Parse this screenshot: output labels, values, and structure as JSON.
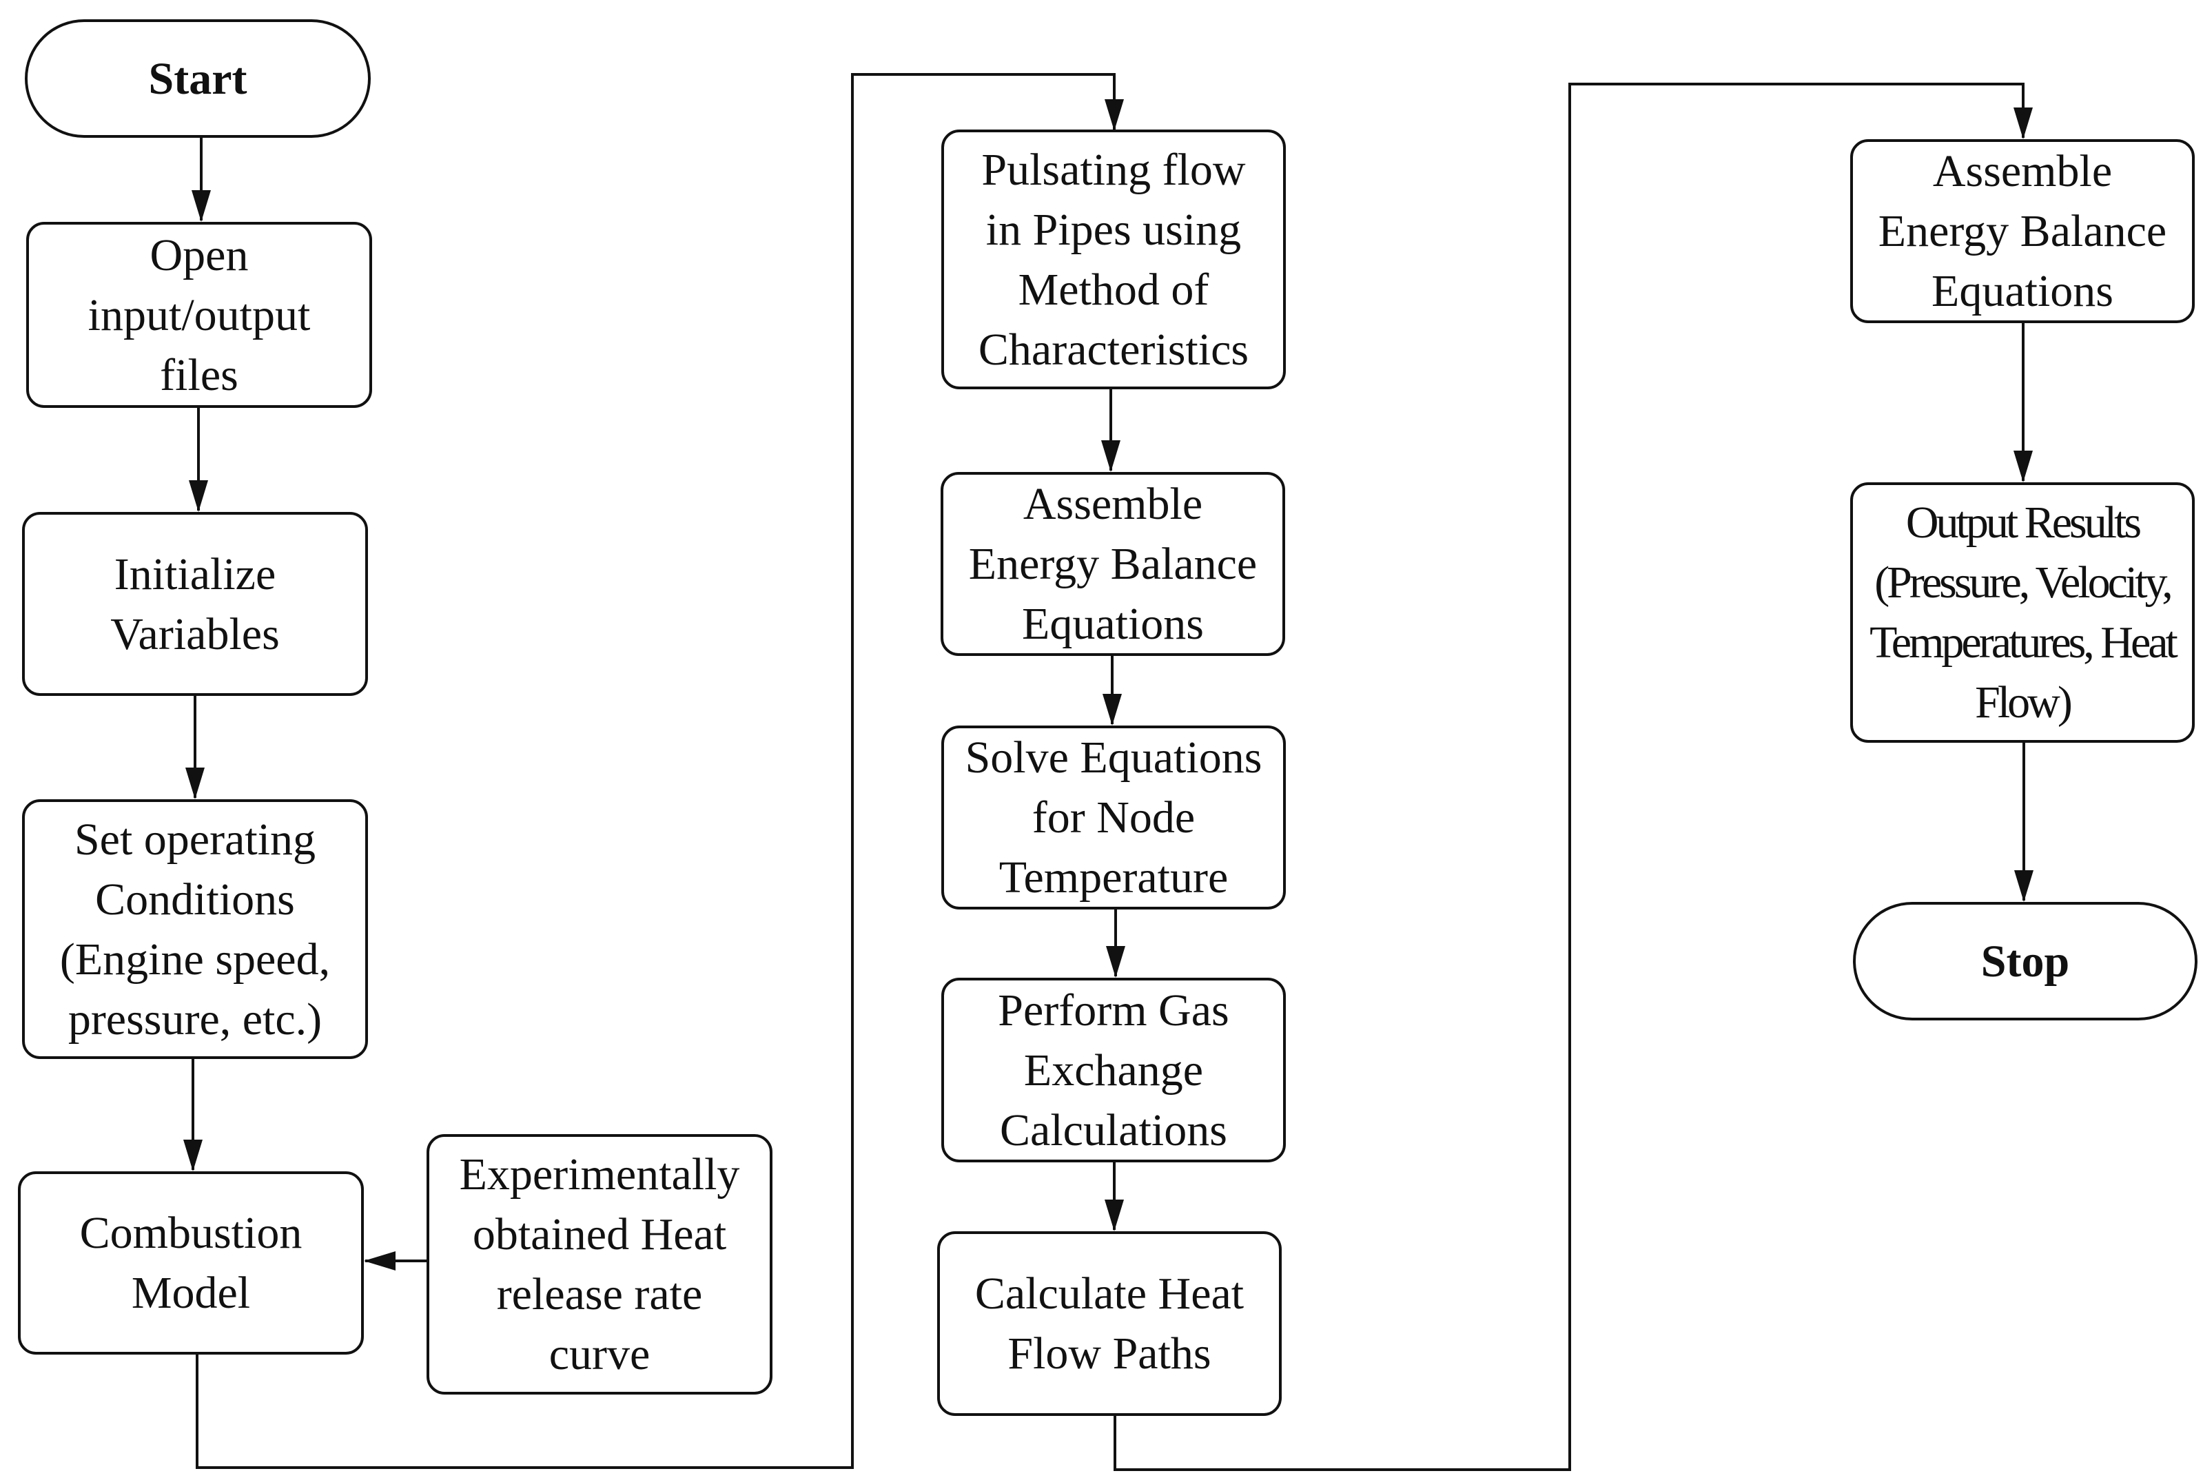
{
  "flowchart": {
    "nodes": {
      "start": "Start",
      "open_files": "Open\ninput/output\nfiles",
      "init_vars": "Initialize\nVariables",
      "set_conditions": "Set operating\nConditions\n(Engine speed,\npressure, etc.)",
      "combustion": "Combustion\nModel",
      "heat_release": "Experimentally\nobtained Heat\nrelease rate\ncurve",
      "pulsating_flow": "Pulsating flow\nin Pipes using\nMethod of\nCharacteristics",
      "energy_balance_1": "Assemble\nEnergy Balance\nEquations",
      "solve_node_temp": "Solve Equations\nfor Node\nTemperature",
      "gas_exchange": "Perform Gas\nExchange\nCalculations",
      "heat_flow_paths": "Calculate Heat\nFlow Paths",
      "energy_balance_2": "Assemble\nEnergy Balance\nEquations",
      "output_results": "Output Results\n(Pressure, Velocity,\nTemperatures, Heat\nFlow)",
      "stop": "Stop"
    },
    "edges": [
      [
        "start",
        "open_files"
      ],
      [
        "open_files",
        "init_vars"
      ],
      [
        "init_vars",
        "set_conditions"
      ],
      [
        "set_conditions",
        "combustion"
      ],
      [
        "heat_release",
        "combustion"
      ],
      [
        "combustion",
        "pulsating_flow"
      ],
      [
        "pulsating_flow",
        "energy_balance_1"
      ],
      [
        "energy_balance_1",
        "solve_node_temp"
      ],
      [
        "solve_node_temp",
        "gas_exchange"
      ],
      [
        "gas_exchange",
        "heat_flow_paths"
      ],
      [
        "heat_flow_paths",
        "energy_balance_2"
      ],
      [
        "energy_balance_2",
        "output_results"
      ],
      [
        "output_results",
        "stop"
      ]
    ]
  }
}
